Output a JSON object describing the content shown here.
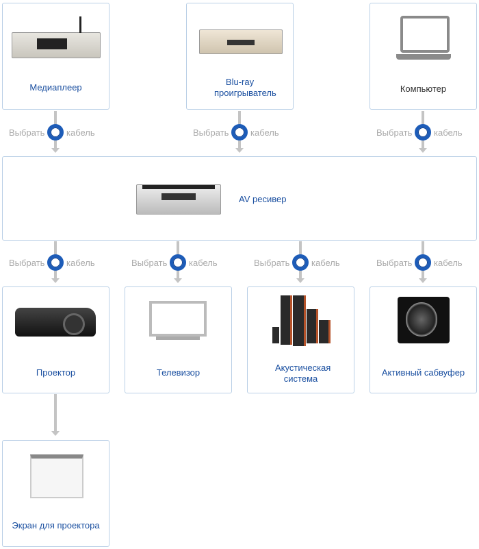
{
  "sources": [
    {
      "label": "Медиаплеер"
    },
    {
      "label": "Blu-ray проигрыватель"
    },
    {
      "label": "Компьютер"
    }
  ],
  "receiver": {
    "label": "AV ресивер"
  },
  "outputs": [
    {
      "label": "Проектор"
    },
    {
      "label": "Телевизор"
    },
    {
      "label": "Акустическая система"
    },
    {
      "label": "Активный сабвуфер"
    }
  ],
  "screen": {
    "label": "Экран для проектора"
  },
  "connector": {
    "left": "Выбрать",
    "right": "кабель"
  }
}
